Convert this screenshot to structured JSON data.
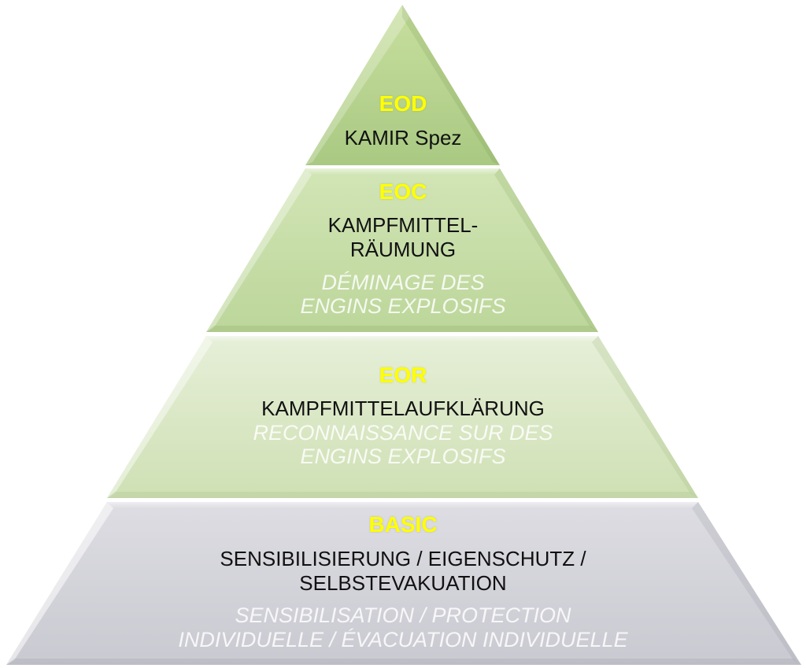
{
  "colors": {
    "eod_fill": "#b7d28f",
    "eoc_fill": "#c9deaa",
    "eor_fill": "#dbe8c8",
    "basic_fill": "#d6d6dc",
    "code_text": "#ffff00",
    "german_text": "#111111",
    "french_text": "#ffffff"
  },
  "levels": [
    {
      "id": "eod",
      "code": "EOD",
      "german": [
        "KAMIR Spez"
      ],
      "french": []
    },
    {
      "id": "eoc",
      "code": "EOC",
      "german": [
        "KAMPFMITTEL-",
        "RÄUMUNG"
      ],
      "french": [
        "DÉMINAGE DES",
        "ENGINS EXPLOSIFS"
      ]
    },
    {
      "id": "eor",
      "code": "EOR",
      "german": [
        "KAMPFMITTELAUFKLÄRUNG"
      ],
      "french": [
        "RECONNAISSANCE SUR DES",
        "ENGINS EXPLOSIFS"
      ]
    },
    {
      "id": "basic",
      "code": "BASIC",
      "german": [
        "SENSIBILISIERUNG / EIGENSCHUTZ /",
        "SELBSTEVAKUATION"
      ],
      "french": [
        "SENSIBILISATION / PROTECTION",
        "INDIVIDUELLE / ÉVACUATION INDIVIDUELLE"
      ]
    }
  ]
}
